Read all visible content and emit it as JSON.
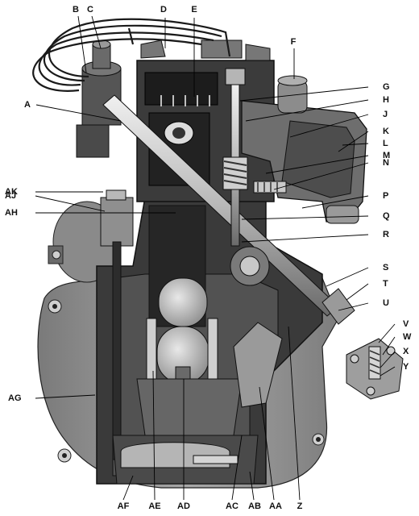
{
  "diagram": {
    "labels": {
      "A": "A",
      "B": "B",
      "C": "C",
      "D": "D",
      "E": "E",
      "F": "F",
      "G": "G",
      "H": "H",
      "J": "J",
      "K": "K",
      "L": "L",
      "M": "M",
      "N": "N",
      "P": "P",
      "Q": "Q",
      "R": "R",
      "S": "S",
      "T": "T",
      "U": "U",
      "V": "V",
      "W": "W",
      "X": "X",
      "Y": "Y",
      "Z": "Z",
      "AA": "AA",
      "AB": "AB",
      "AC": "AC",
      "AD": "AD",
      "AE": "AE",
      "AF": "AF",
      "AG": "AG",
      "AH": "AH",
      "AJ": "AJ",
      "AK": "AK"
    },
    "colors": {
      "ink": "#111111",
      "casting": "#8f8f8f",
      "casting_light": "#bdbdbd",
      "section_dark": "#2a2a2a",
      "section_mid": "#5c5c5c",
      "metal": "#d6d6d6",
      "paper": "#ffffff"
    }
  }
}
